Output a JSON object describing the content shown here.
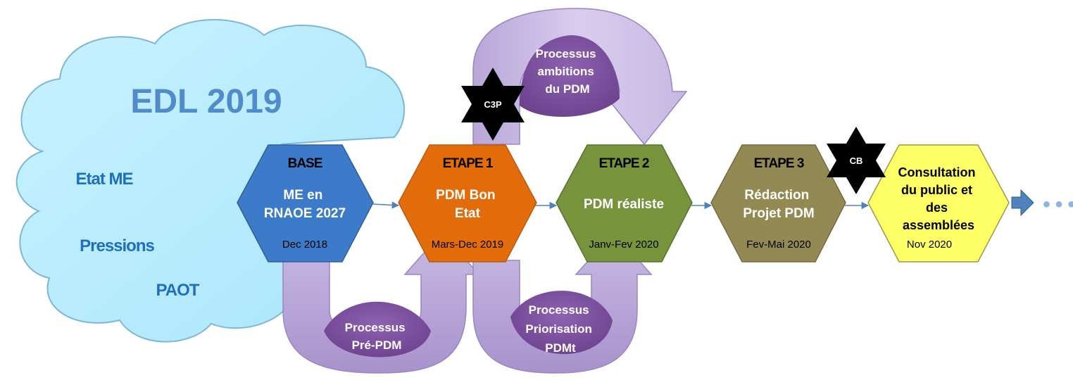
{
  "cloud": {
    "title": "EDL 2019",
    "items": [
      "Etat ME",
      "Pressions",
      "PAOT"
    ]
  },
  "stages": [
    {
      "header": "BASE",
      "title_lines": [
        "ME en",
        "RNAOE 2027"
      ],
      "date": "Dec 2018",
      "color": "#3b7bc9"
    },
    {
      "header": "ETAPE 1",
      "title_lines": [
        "PDM Bon",
        "Etat"
      ],
      "date": "Mars-Dec 2019",
      "color": "#e36c0a"
    },
    {
      "header": "ETAPE 2",
      "title_lines": [
        "PDM réaliste"
      ],
      "date": "Janv-Fev 2020",
      "color": "#77933c"
    },
    {
      "header": "ETAPE 3",
      "title_lines": [
        "Rédaction",
        "Projet PDM"
      ],
      "date": "Fev-Mai 2020",
      "color": "#938953"
    },
    {
      "header": "",
      "title_lines": [
        "Consultation",
        "du public et",
        "des",
        "assemblées"
      ],
      "date": "Nov 2020",
      "color": "#ffff66"
    }
  ],
  "processes": {
    "top": [
      "Processus",
      "ambitions",
      "du PDM"
    ],
    "bottom_left": [
      "Processus",
      "Pré-PDM"
    ],
    "bottom_right": [
      "Processus",
      "Priorisation",
      "PDMt"
    ]
  },
  "stars": {
    "c3p": "C3P",
    "cb": "CB"
  },
  "continuation": "● ● ●",
  "colors": {
    "arrow_light": "#d9cdeb",
    "arrow_mid": "#a58fc9",
    "lens": "#7a4f9e",
    "connector": "#4f81bd",
    "cloud": "#bfefff"
  }
}
